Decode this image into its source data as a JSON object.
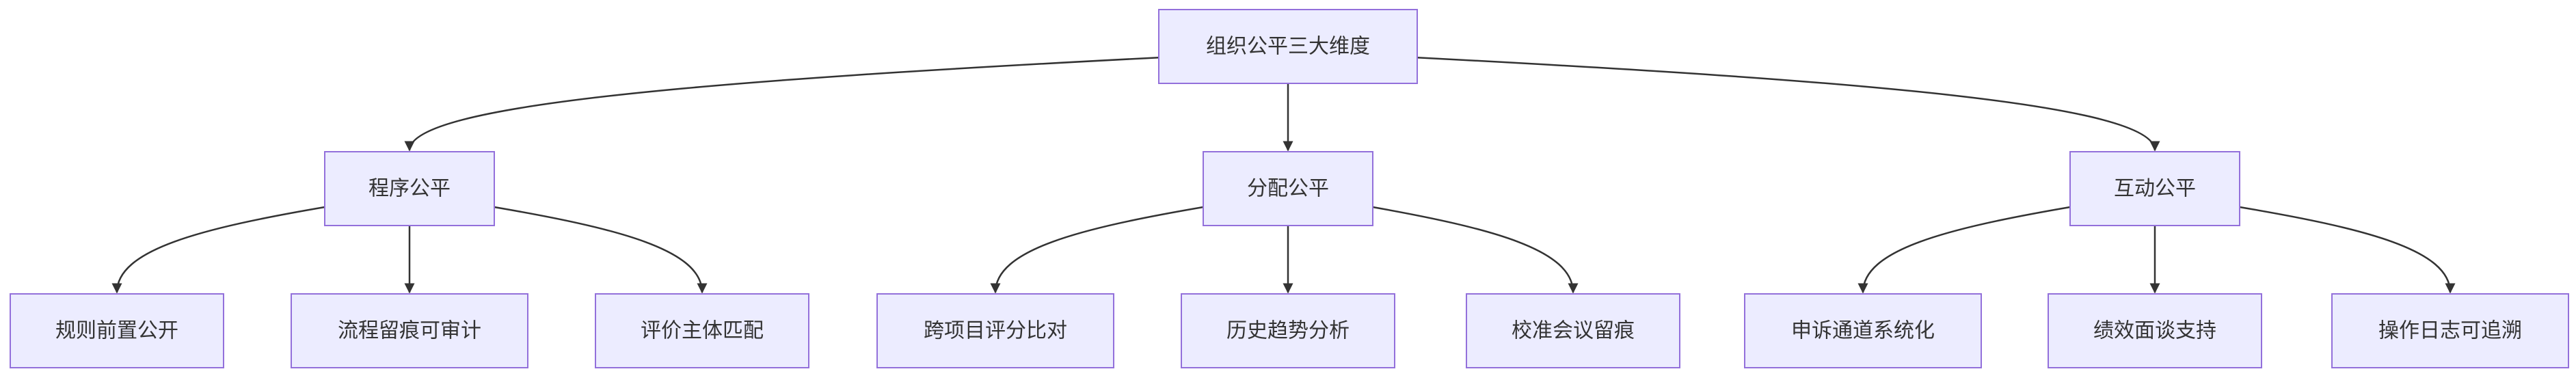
{
  "diagram": {
    "root": {
      "id": "root",
      "label": "组织公平三大维度"
    },
    "categories": [
      {
        "id": "procedural",
        "label": "程序公平",
        "children": [
          {
            "id": "p1",
            "label": "规则前置公开"
          },
          {
            "id": "p2",
            "label": "流程留痕可审计"
          },
          {
            "id": "p3",
            "label": "评价主体匹配"
          }
        ]
      },
      {
        "id": "distributive",
        "label": "分配公平",
        "children": [
          {
            "id": "d1",
            "label": "跨项目评分比对"
          },
          {
            "id": "d2",
            "label": "历史趋势分析"
          },
          {
            "id": "d3",
            "label": "校准会议留痕"
          }
        ]
      },
      {
        "id": "interactional",
        "label": "互动公平",
        "children": [
          {
            "id": "i1",
            "label": "申诉通道系统化"
          },
          {
            "id": "i2",
            "label": "绩效面谈支持"
          },
          {
            "id": "i3",
            "label": "操作日志可追溯"
          }
        ]
      }
    ]
  },
  "colors": {
    "node_fill": "#ECECFF",
    "node_stroke": "#9370DB",
    "edge": "#333333",
    "text": "#333333"
  }
}
